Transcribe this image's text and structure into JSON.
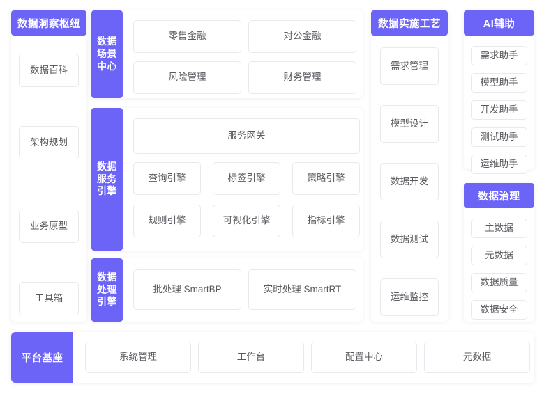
{
  "theme": {
    "accent": "#6C63F7",
    "card_border": "#e9e9ed",
    "card_bg": "#ffffff",
    "text": "#59595f",
    "page_bg": "#ffffff"
  },
  "columns": {
    "insight": {
      "title": "数据洞察枢纽",
      "items": [
        {
          "label": "数据百科"
        },
        {
          "label": "架构规划"
        },
        {
          "label": "业务原型"
        },
        {
          "label": "工具箱"
        }
      ]
    },
    "craft": {
      "title": "数据实施工艺",
      "items": [
        {
          "label": "需求管理"
        },
        {
          "label": "模型设计"
        },
        {
          "label": "数据开发"
        },
        {
          "label": "数据测试"
        },
        {
          "label": "运维监控"
        }
      ]
    },
    "ai": {
      "title": "AI辅助",
      "items": [
        {
          "label": "需求助手"
        },
        {
          "label": "模型助手"
        },
        {
          "label": "开发助手"
        },
        {
          "label": "测试助手"
        },
        {
          "label": "运维助手"
        }
      ]
    },
    "governance": {
      "title": "数据治理",
      "items": [
        {
          "label": "主数据"
        },
        {
          "label": "元数据"
        },
        {
          "label": "数据质量"
        },
        {
          "label": "数据安全"
        }
      ]
    }
  },
  "middle": {
    "scene": {
      "title": "数据场景中心",
      "items": [
        {
          "label": "零售金融"
        },
        {
          "label": "对公金融"
        },
        {
          "label": "风险管理"
        },
        {
          "label": "财务管理"
        }
      ]
    },
    "service": {
      "title": "数据服务引擎",
      "gateway": {
        "label": "服务网关"
      },
      "items": [
        {
          "label": "查询引擎"
        },
        {
          "label": "标签引擎"
        },
        {
          "label": "策略引擎"
        },
        {
          "label": "规则引擎"
        },
        {
          "label": "可视化引擎"
        },
        {
          "label": "指标引擎"
        }
      ]
    },
    "process": {
      "title": "数据处理引擎",
      "items": [
        {
          "label": "批处理 SmartBP"
        },
        {
          "label": "实时处理  SmartRT"
        }
      ]
    }
  },
  "base_bar": {
    "title": "平台基座",
    "items": [
      {
        "label": "系统管理"
      },
      {
        "label": "工作台"
      },
      {
        "label": "配置中心"
      },
      {
        "label": "元数据"
      }
    ]
  }
}
